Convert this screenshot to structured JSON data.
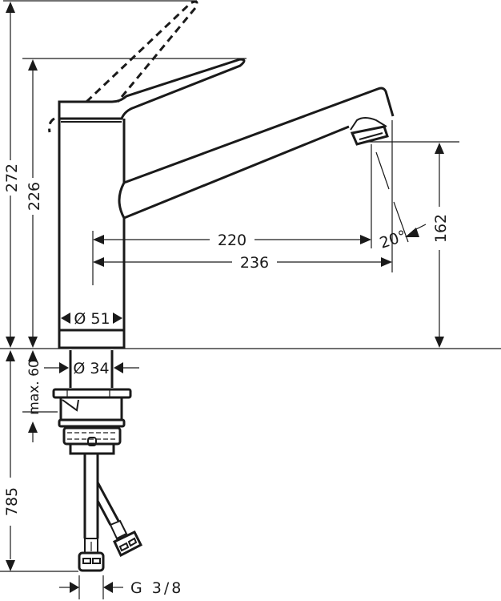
{
  "drawing": {
    "title": "Kitchen faucet dimension drawing",
    "units": "mm",
    "line_color": "#1a1a1a",
    "background": "#ffffff"
  },
  "dimensions": {
    "total_height": "272",
    "handle_height": "226",
    "spout_reach_aerator": "220",
    "spout_reach_total": "236",
    "spout_height": "162",
    "aerator_angle": "20°",
    "body_diameter": "Ø 51",
    "shank_diameter": "Ø 34",
    "max_counter_thickness": "max. 60",
    "hose_length": "785",
    "connection_thread": "G 3/8"
  }
}
